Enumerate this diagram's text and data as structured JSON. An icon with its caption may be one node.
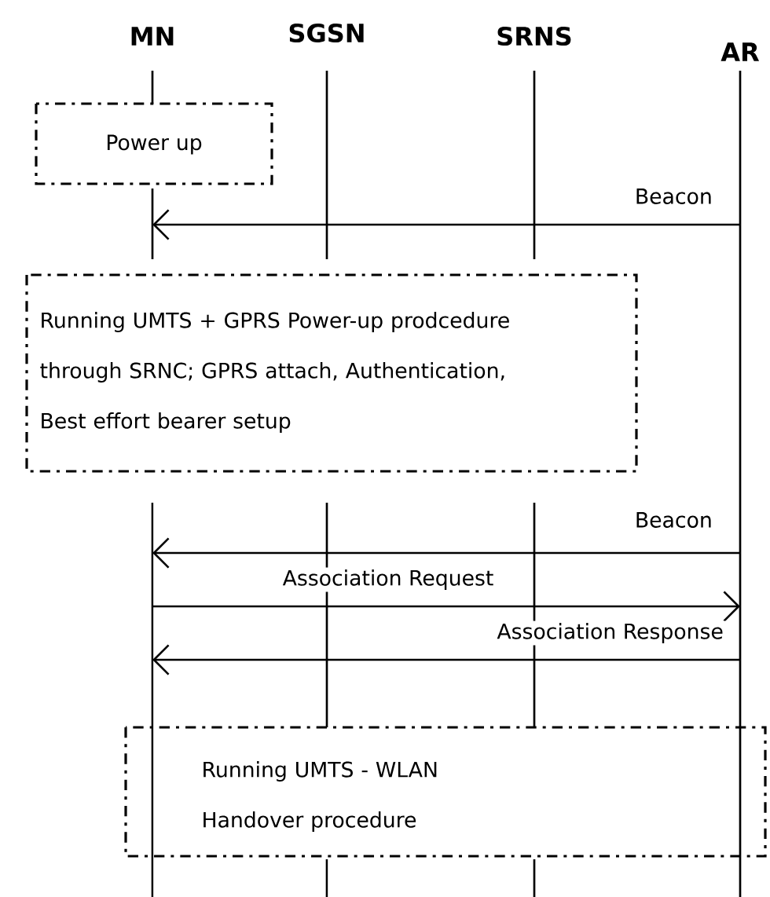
{
  "diagram": {
    "nodes": [
      {
        "text": [
          "MN"
        ]
      },
      {
        "text": [
          "SGSN"
        ]
      },
      {
        "text": [
          "SRNS"
        ]
      },
      {
        "text": [
          "AR"
        ]
      },
      {
        "text": [
          "Power up"
        ]
      },
      {
        "text": [
          "Running UMTS + GPRS Power-up prodcedure through SRNC; GPRS attach, Authentication, Best effort bearer setup"
        ]
      },
      {
        "text": [
          "Running UMTS - WLAN Handover procedure"
        ]
      }
    ],
    "edges": [
      {
        "from": 3,
        "to": 0,
        "arrow": "to",
        "label": "Beacon"
      },
      {
        "from": 3,
        "to": 0,
        "arrow": "to",
        "label": "Beacon"
      },
      {
        "from": 0,
        "to": 3,
        "arrow": "to",
        "label": "Association Request"
      },
      {
        "from": 3,
        "to": 0,
        "arrow": "to",
        "label": "Association Response"
      }
    ]
  }
}
